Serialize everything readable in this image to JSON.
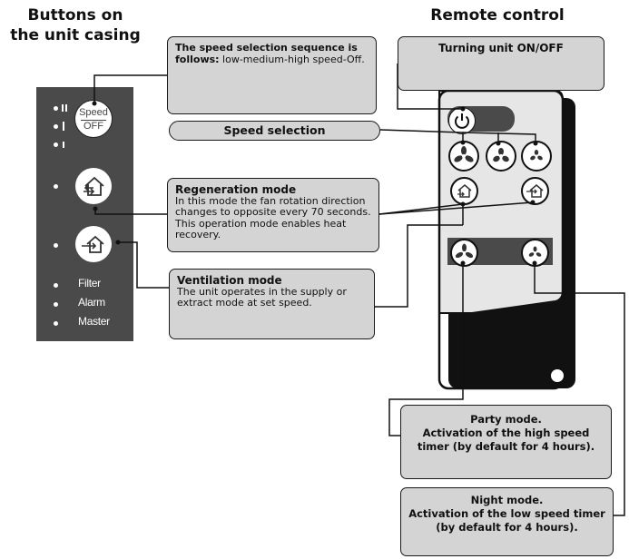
{
  "headings": {
    "casing": [
      "Buttons on",
      "the unit casing"
    ],
    "remote": "Remote control"
  },
  "panel": {
    "speed_button": {
      "top": "Speed",
      "bottom": "OFF"
    },
    "indicators": [
      "Filter",
      "Alarm",
      "Master"
    ]
  },
  "callouts": {
    "speed_sequence": {
      "bold": "The speed selection sequence is follows:",
      "text": " low-medium-high speed-Off."
    },
    "speed_selection": "Speed selection",
    "turning_unit": "Turning unit ON/OFF",
    "regeneration": {
      "title": "Regeneration mode",
      "text": "In this mode the fan rotation direction changes to opposite every 70 seconds. This operation mode enables heat recovery."
    },
    "ventilation": {
      "title": "Ventilation mode",
      "text": "The unit operates in the supply or extract mode at set speed."
    },
    "party": [
      "Party mode.",
      "Activation of the high speed",
      "timer (by default for 4 hours)."
    ],
    "night": [
      "Night mode.",
      "Activation of the low speed timer",
      "(by default for 4 hours)."
    ]
  },
  "icons": {
    "power": "power-icon",
    "fan_low": "fan-low-icon",
    "fan_medium": "fan-medium-icon",
    "fan_high": "fan-high-icon",
    "regeneration": "regeneration-icon",
    "ventilation": "ventilation-icon",
    "party": "party-icon",
    "night": "night-icon"
  },
  "colors": {
    "box_fill": "#d4d4d4",
    "panel": "#4a4a4a",
    "remote_body": "#e4e4e4",
    "remote_shadow": "#111111"
  }
}
